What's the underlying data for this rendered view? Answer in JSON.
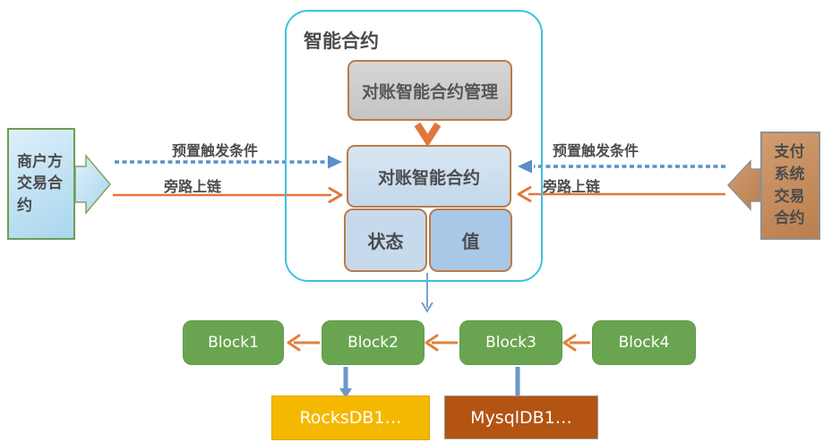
{
  "container": {
    "title": "智能合约"
  },
  "contract": {
    "management": "对账智能合约管理",
    "main": "对账智能合约",
    "state": "状态",
    "value": "值"
  },
  "actors": {
    "merchant": "商户方交易合约",
    "payment": "支付系统交易合约"
  },
  "edges": {
    "left_trigger": "预置触发条件",
    "left_bypass": "旁路上链",
    "right_trigger": "预置触发条件",
    "right_bypass": "旁路上链"
  },
  "blocks": [
    {
      "label": "Block1"
    },
    {
      "label": "Block2"
    },
    {
      "label": "Block3"
    },
    {
      "label": "Block4"
    }
  ],
  "databases": [
    {
      "label": "RocksDB1…"
    },
    {
      "label": "MysqlDB1…"
    }
  ],
  "colors": {
    "container_border": "#3ec0e1",
    "dashed_arrow_blue": "#5c8ec8",
    "orange_arrow": "#e2773b",
    "block_green": "#69a551",
    "rocksdb_yellow": "#f5b800",
    "mysqldb_orange": "#b35413",
    "db_connector_blue": "#6d98c8",
    "management_fill": "#c9c9c9",
    "contract_fill": "#c9dcee",
    "state_fill": "#c7daed",
    "value_fill": "#a9c8e7",
    "tan_border": "#bd7b46",
    "merchant_fill": "#c3e2f4",
    "merchant_border": "#6f9c53",
    "payment_fill": "#c58a59",
    "payment_border": "#909090",
    "text_dark": "#4c4c4c"
  }
}
